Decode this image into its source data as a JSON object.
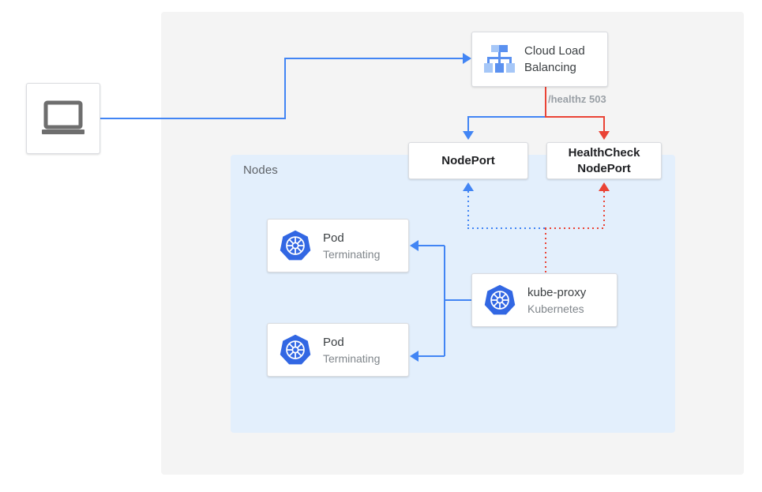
{
  "diagram": {
    "title": "Kubernetes NodePort health check failover diagram",
    "colors": {
      "blue": "#4285f4",
      "red": "#ea4335",
      "panel_gray": "#f4f4f4",
      "panel_blue": "#e3effc",
      "text_dark": "#3c4043",
      "text_muted": "#80868b"
    },
    "panels": {
      "cluster_label": "",
      "nodes_label": "Nodes"
    },
    "nodes": {
      "client": {
        "icon": "laptop-icon",
        "label": ""
      },
      "load_balancer": {
        "title": "Cloud Load",
        "title2": "Balancing",
        "icon": "cloud-load-balancing-icon"
      },
      "nodeport": {
        "label": "NodePort"
      },
      "healthcheck_nodeport": {
        "label_line1": "HealthCheck",
        "label_line2": "NodePort"
      },
      "pod1": {
        "title": "Pod",
        "subtitle": "Terminating",
        "icon": "kubernetes-icon"
      },
      "pod2": {
        "title": "Pod",
        "subtitle": "Terminating",
        "icon": "kubernetes-icon"
      },
      "kube_proxy": {
        "title": "kube-proxy",
        "subtitle": "Kubernetes",
        "icon": "kubernetes-icon"
      }
    },
    "edges": {
      "healthz": {
        "label": "/healthz 503",
        "color": "#ea4335"
      }
    }
  }
}
